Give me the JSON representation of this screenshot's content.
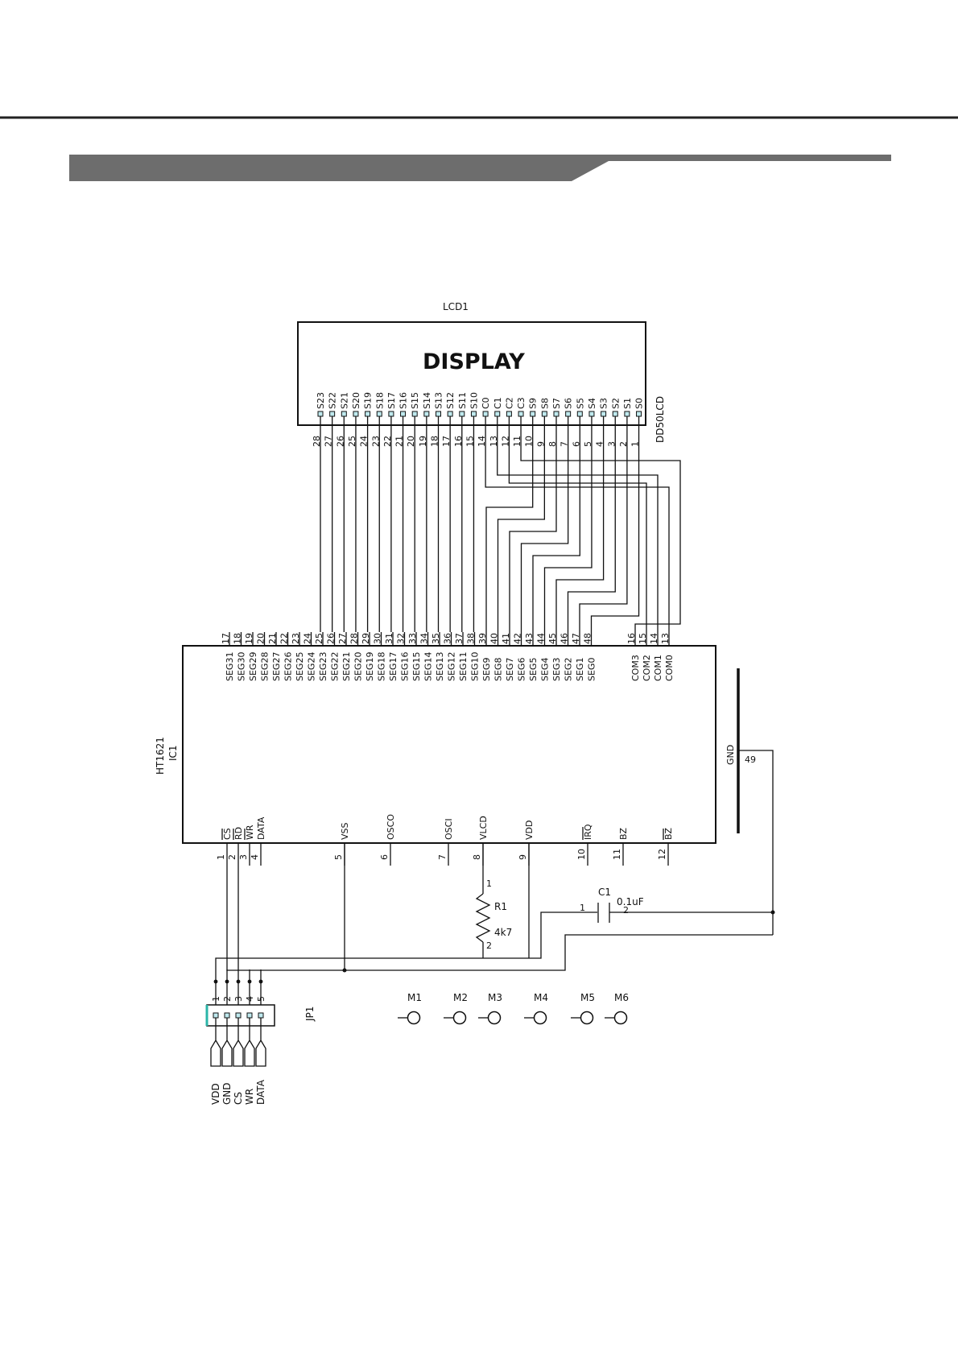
{
  "lcd": {
    "refdes": "LCD1",
    "title": "DISPLAY",
    "part": "DD50LCD",
    "pins": [
      {
        "name": "S23",
        "num": "28"
      },
      {
        "name": "S22",
        "num": "27"
      },
      {
        "name": "S21",
        "num": "26"
      },
      {
        "name": "S20",
        "num": "25"
      },
      {
        "name": "S19",
        "num": "24"
      },
      {
        "name": "S18",
        "num": "23"
      },
      {
        "name": "S17",
        "num": "22"
      },
      {
        "name": "S16",
        "num": "21"
      },
      {
        "name": "S15",
        "num": "20"
      },
      {
        "name": "S14",
        "num": "19"
      },
      {
        "name": "S13",
        "num": "18"
      },
      {
        "name": "S12",
        "num": "17"
      },
      {
        "name": "S11",
        "num": "16"
      },
      {
        "name": "S10",
        "num": "15"
      },
      {
        "name": "C0",
        "num": "14"
      },
      {
        "name": "C1",
        "num": "13"
      },
      {
        "name": "C2",
        "num": "12"
      },
      {
        "name": "C3",
        "num": "11"
      },
      {
        "name": "S9",
        "num": "10"
      },
      {
        "name": "S8",
        "num": "9"
      },
      {
        "name": "S7",
        "num": "8"
      },
      {
        "name": "S6",
        "num": "7"
      },
      {
        "name": "S5",
        "num": "6"
      },
      {
        "name": "S4",
        "num": "5"
      },
      {
        "name": "S3",
        "num": "4"
      },
      {
        "name": "S2",
        "num": "3"
      },
      {
        "name": "S1",
        "num": "2"
      },
      {
        "name": "S0",
        "num": "1"
      }
    ]
  },
  "ic": {
    "part": "HT1621",
    "refdes": "IC1",
    "top_pins": [
      {
        "name": "SEG31",
        "num": "17"
      },
      {
        "name": "SEG30",
        "num": "18"
      },
      {
        "name": "SEG29",
        "num": "19"
      },
      {
        "name": "SEG28",
        "num": "20"
      },
      {
        "name": "SEG27",
        "num": "21"
      },
      {
        "name": "SEG26",
        "num": "22"
      },
      {
        "name": "SEG25",
        "num": "23"
      },
      {
        "name": "SEG24",
        "num": "24"
      },
      {
        "name": "SEG23",
        "num": "25"
      },
      {
        "name": "SEG22",
        "num": "26"
      },
      {
        "name": "SEG21",
        "num": "27"
      },
      {
        "name": "SEG20",
        "num": "28"
      },
      {
        "name": "SEG19",
        "num": "29"
      },
      {
        "name": "SEG18",
        "num": "30"
      },
      {
        "name": "SEG17",
        "num": "31"
      },
      {
        "name": "SEG16",
        "num": "32"
      },
      {
        "name": "SEG15",
        "num": "33"
      },
      {
        "name": "SEG14",
        "num": "34"
      },
      {
        "name": "SEG13",
        "num": "35"
      },
      {
        "name": "SEG12",
        "num": "36"
      },
      {
        "name": "SEG11",
        "num": "37"
      },
      {
        "name": "SEG10",
        "num": "38"
      },
      {
        "name": "SEG9",
        "num": "39"
      },
      {
        "name": "SEG8",
        "num": "40"
      },
      {
        "name": "SEG7",
        "num": "41"
      },
      {
        "name": "SEG6",
        "num": "42"
      },
      {
        "name": "SEG5",
        "num": "43"
      },
      {
        "name": "SEG4",
        "num": "44"
      },
      {
        "name": "SEG3",
        "num": "45"
      },
      {
        "name": "SEG2",
        "num": "46"
      },
      {
        "name": "SEG1",
        "num": "47"
      },
      {
        "name": "SEG0",
        "num": "48"
      }
    ],
    "com_pins": [
      {
        "name": "COM3",
        "num": "16"
      },
      {
        "name": "COM2",
        "num": "15"
      },
      {
        "name": "COM1",
        "num": "14"
      },
      {
        "name": "COM0",
        "num": "13"
      }
    ],
    "gnd_pin": {
      "name": "GND",
      "num": "49"
    },
    "bottom_pins": [
      {
        "name": "CS",
        "num": "1"
      },
      {
        "name": "RD",
        "num": "2"
      },
      {
        "name": "WR",
        "num": "3"
      },
      {
        "name": "DATA",
        "num": "4"
      },
      {
        "name": "VSS",
        "num": "5"
      },
      {
        "name": "OSCO",
        "num": "6"
      },
      {
        "name": "OSCI",
        "num": "7"
      },
      {
        "name": "VLCD",
        "num": "8"
      },
      {
        "name": "VDD",
        "num": "9"
      },
      {
        "name": "IRQ",
        "num": "10"
      },
      {
        "name": "BZ",
        "num": "11"
      },
      {
        "name": "BZ",
        "num": "12"
      }
    ]
  },
  "r1": {
    "refdes": "R1",
    "value": "4k7",
    "pin1": "1",
    "pin2": "2"
  },
  "c1": {
    "refdes": "C1",
    "value": "0.1uF",
    "pin1": "1",
    "pin2": "2"
  },
  "jp1": {
    "refdes": "JP1",
    "pins": [
      {
        "num": "1",
        "signal": "VDD"
      },
      {
        "num": "2",
        "signal": "GND"
      },
      {
        "num": "3",
        "signal": "CS"
      },
      {
        "num": "4",
        "signal": "WR"
      },
      {
        "num": "5",
        "signal": "DATA"
      }
    ]
  },
  "mounts": [
    "M1",
    "M2",
    "M3",
    "M4",
    "M5",
    "M6"
  ]
}
